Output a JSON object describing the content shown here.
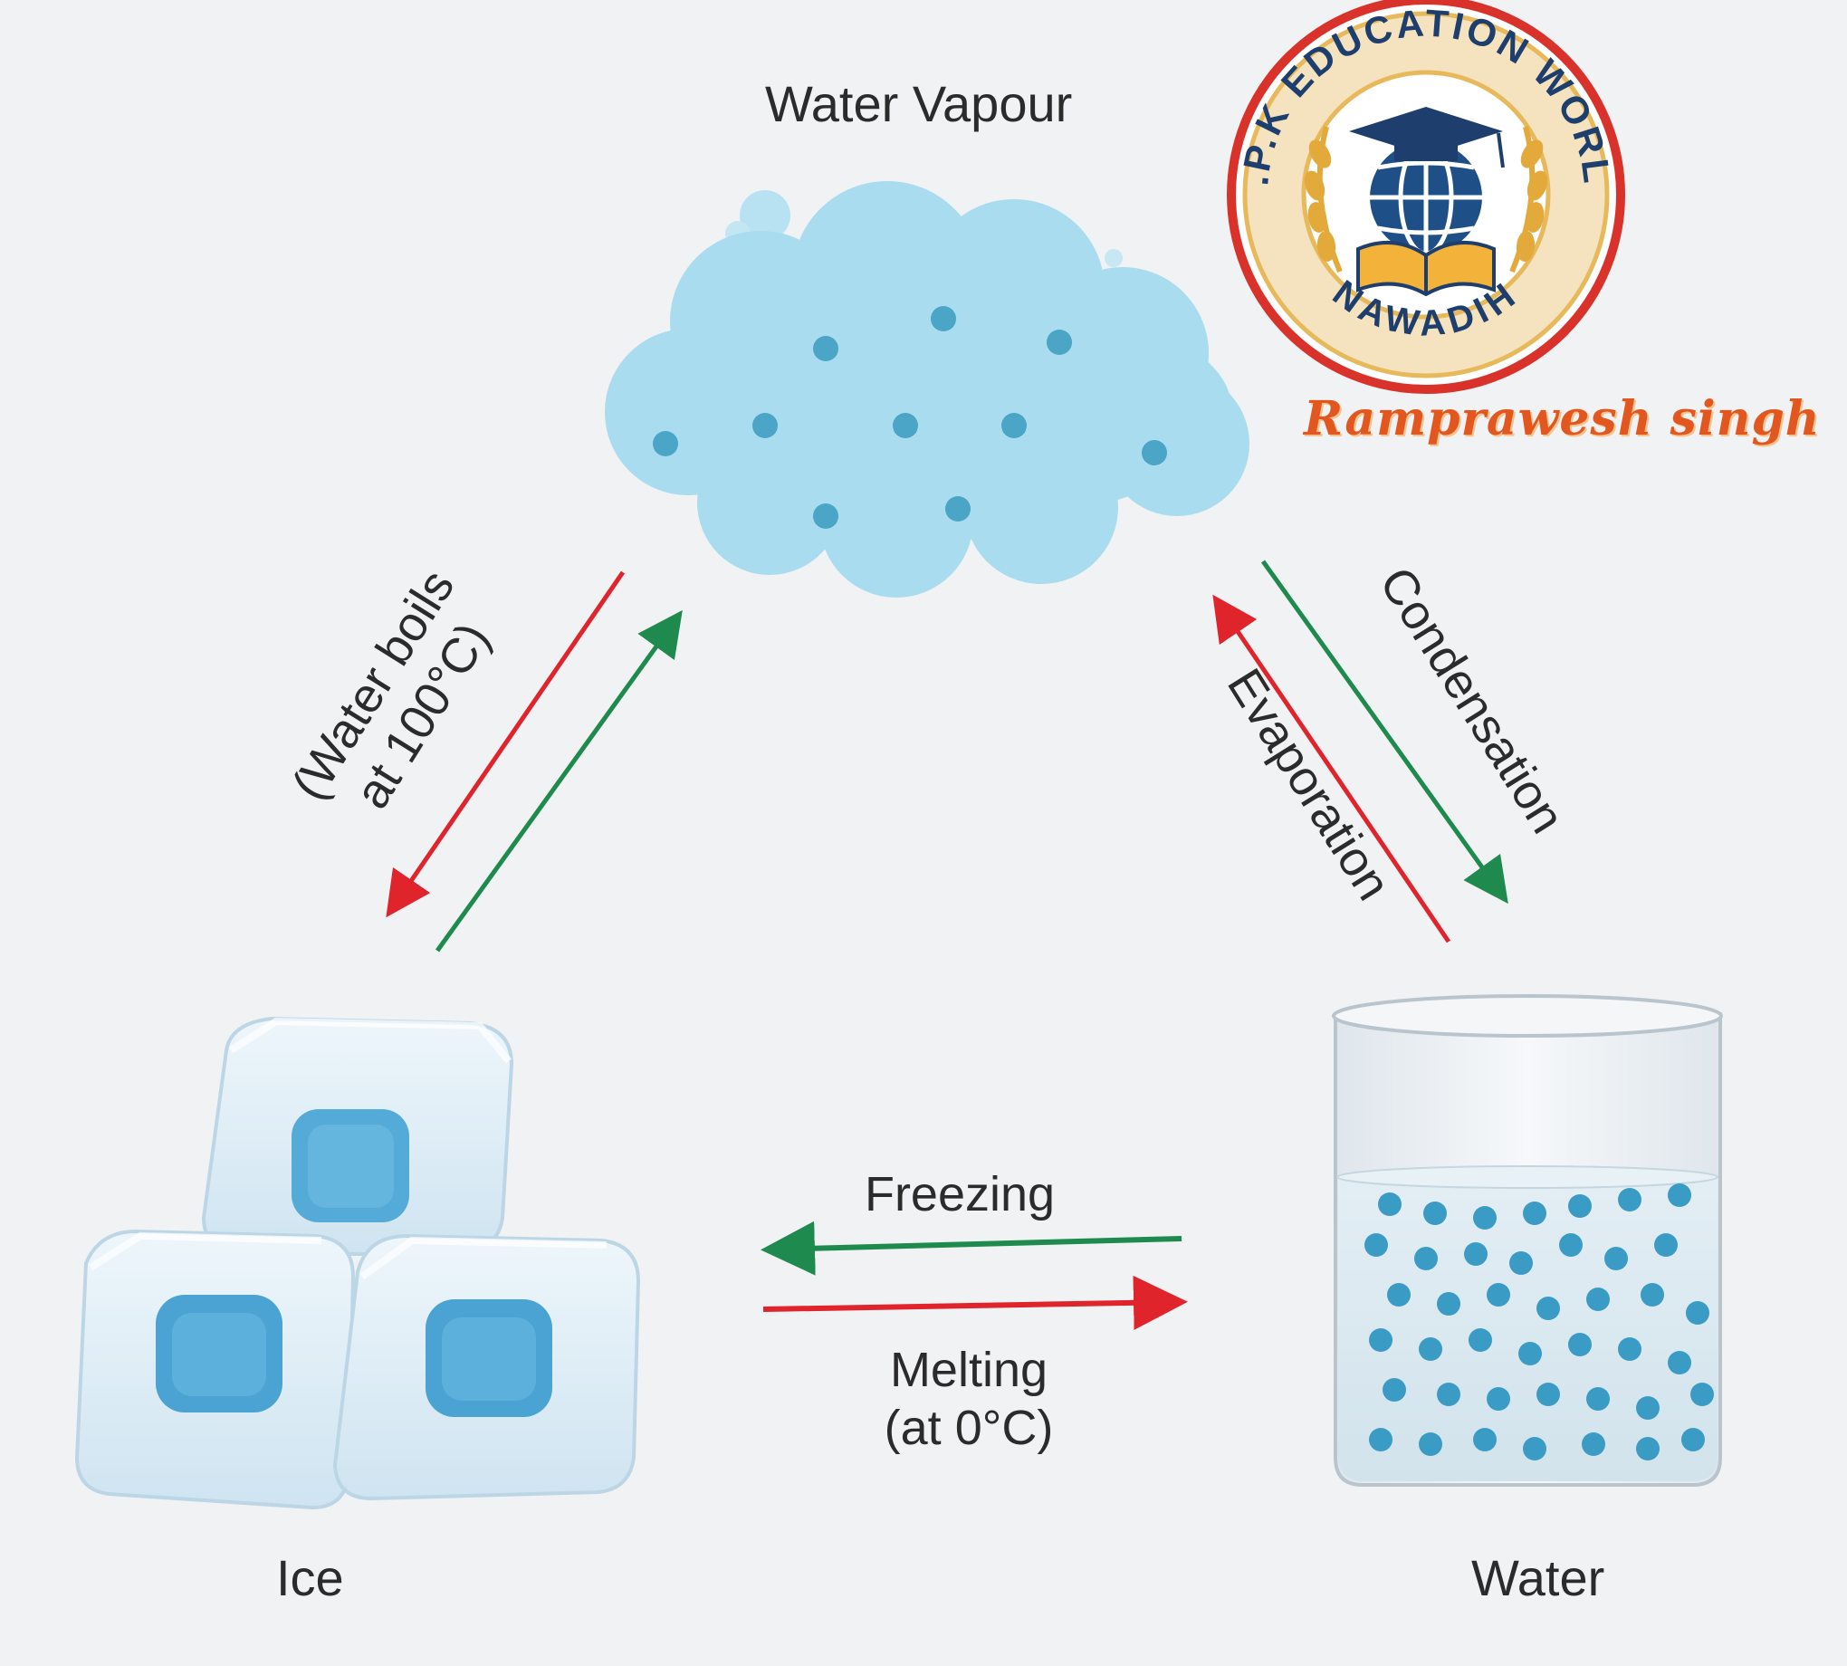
{
  "states": {
    "vapour": "Water Vapour",
    "ice": "Ice",
    "water": "Water"
  },
  "processes": {
    "boils_line1": "(Water boils",
    "boils_line2": "at 100°C)",
    "condensation": "Condensation",
    "evaporation": "Evaporation",
    "freezing": "Freezing",
    "melting_line1": "Melting",
    "melting_line2": "(at 0°C)"
  },
  "logo": {
    "ring_text_top": "R.P.K EDUCATION WORLD",
    "ring_text_bottom": "NAWADIH"
  },
  "signature": "Ramprawesh singh",
  "colors": {
    "red_arrow": "#e0242c",
    "green_arrow": "#1f8a4e",
    "cloud": "#a9dcee",
    "water_particle": "#3a9cc4"
  }
}
